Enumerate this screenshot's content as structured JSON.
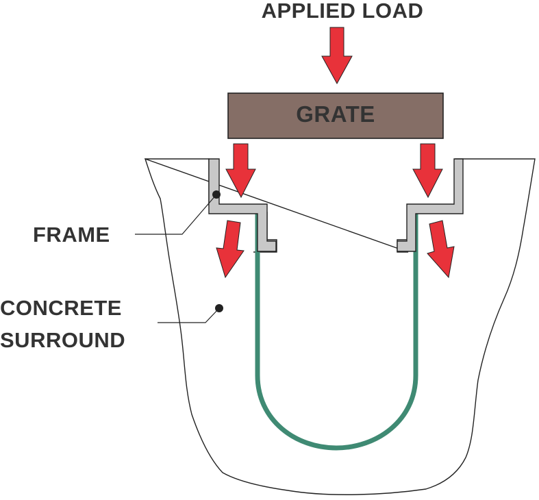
{
  "labels": {
    "applied_load": "APPLIED LOAD",
    "grate": "GRATE",
    "frame": "FRAME",
    "concrete_line1": "CONCRETE",
    "concrete_line2": "SURROUND"
  },
  "colors": {
    "arrow": "#e8323a",
    "grate_fill": "#856e66",
    "frame_fill": "#c8c8c8",
    "channel": "#3f8a73",
    "text": "#333333",
    "outline": "#222222"
  }
}
